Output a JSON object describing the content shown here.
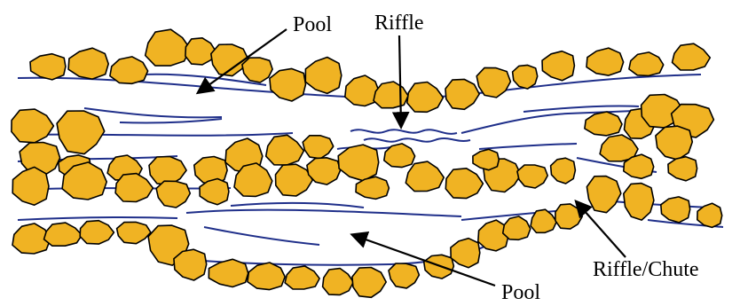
{
  "labels": {
    "pool_top": "Pool",
    "riffle_top": "Riffle",
    "riffle_chute": "Riffle/Chute",
    "pool_bottom": "Pool"
  },
  "colors": {
    "rock_fill": "#F0B323",
    "rock_stroke": "#000000",
    "water_line": "#1F2F8A",
    "arrow": "#000000",
    "background": "#FFFFFF"
  }
}
